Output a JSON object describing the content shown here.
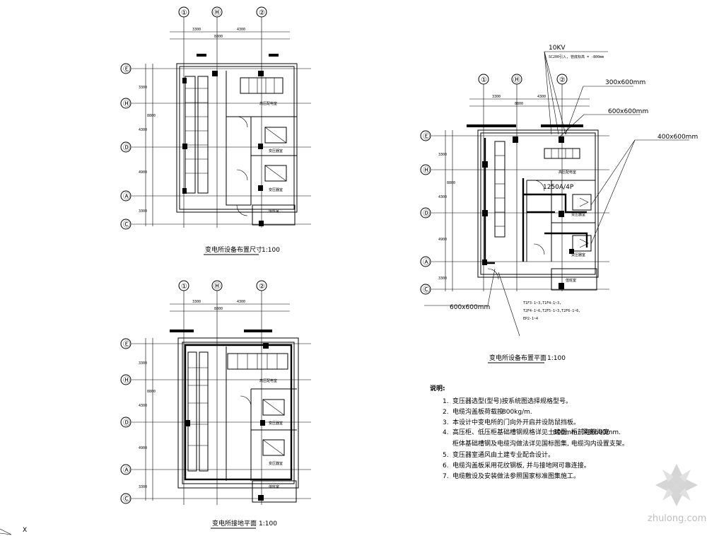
{
  "axes": {
    "columns": [
      "①",
      "Ⓗ",
      "②"
    ],
    "rows": [
      "Ⓔ",
      "Ⓗ",
      "Ⓓ",
      "Ⓐ",
      "Ⓒ"
    ]
  },
  "plan1": {
    "title_cn": "变电所设备布置尺寸",
    "scale": "1:100",
    "dims_top": [
      "3300",
      "8800",
      "4300"
    ],
    "dims_left": [
      "3300",
      "8800",
      "4300",
      "4900",
      "3300"
    ],
    "rooms": [
      "高压配电室",
      "变压器室",
      "变压器室",
      "值班室"
    ]
  },
  "plan2": {
    "title_cn": "变电所设备布置平面",
    "scale": "1:100",
    "dims_top": [
      "3300",
      "8800",
      "4300"
    ],
    "dims_left": [
      "3300",
      "8800",
      "4300",
      "4900",
      "3300"
    ],
    "rooms": [
      "高压配电室",
      "变压器室",
      "变压器室",
      "值班室"
    ],
    "labels": {
      "voltage": "10KV",
      "cable_pipe": "SC200引入, 管底标高 = -800mm",
      "trench1": "300x600mm",
      "trench2": "600x600mm",
      "trench3": "400x600mm",
      "breaker": "1250A/4P",
      "trench_bottom": "600x600mm",
      "circuits": [
        "T1F3-1~3,T1F4-1~3,",
        "T2F4-1~6,T2F5-1~3,T2F6-1~6,",
        "EP2-1~4"
      ]
    }
  },
  "plan3": {
    "title_cn": "变电所接地平面",
    "scale": "1:100",
    "dims_top": [
      "3300",
      "8800",
      "4300"
    ],
    "dims_left": [
      "3300",
      "8800",
      "4300",
      "4900",
      "3300"
    ],
    "rooms": [
      "高压配电室",
      "变压器室",
      "变压器室",
      "值班室"
    ]
  },
  "notes": {
    "heading": "说明:",
    "items": [
      {
        "num": "1.",
        "text": "变压器选型(型号)按系统图选择规格型号。"
      },
      {
        "num": "2.",
        "text": "电缆沟盖板荷载按",
        "extra": "800kg/m."
      },
      {
        "num": "3.",
        "text": "本设计中变电所的门向外开启并设防鼠挡板。"
      },
      {
        "num": "4.",
        "text": "高压柜、低压柜基础槽钢规格详见土建图, 柜前电缆沟宽",
        "extra": "800mm, 深度600mm."
      },
      {
        "num": "",
        "text": "柜体基础槽钢及电缆沟做法详见国标图集, 电缆沟内设置支架。"
      },
      {
        "num": "5.",
        "text": "变压器室通风由土建专业配合设计。"
      },
      {
        "num": "6.",
        "text": "电缆沟盖板采用花纹钢板, 并与接地网可靠连接。"
      },
      {
        "num": "7.",
        "text": "电缆敷设及安装做法参照国家标准图集施工。"
      }
    ]
  },
  "watermark": "zhulong.com",
  "corner": "X"
}
